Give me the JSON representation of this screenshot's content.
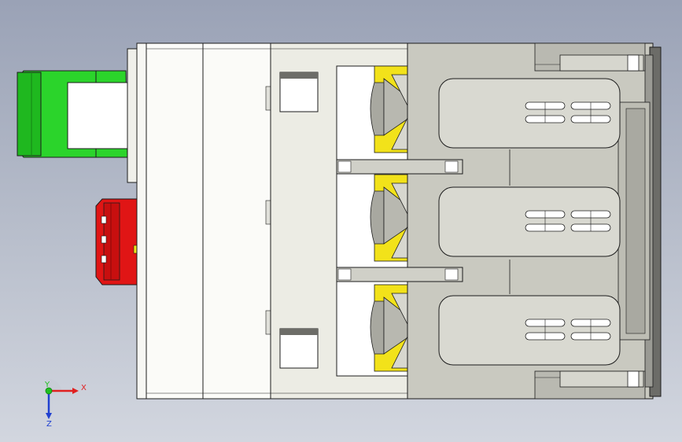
{
  "viewport": {
    "background_top": "#9aa2b6",
    "background_bottom": "#d2d6df"
  },
  "model": {
    "colors": {
      "body_white": "#f7f7f3",
      "body_gray": "#c9c9c0",
      "housing_dark": "#8c8c86",
      "green_button": "#2bd42b",
      "red_button": "#e01515",
      "yellow_contact": "#f2e21a",
      "outline": "#1c1c1c"
    },
    "poles": 3
  },
  "triad": {
    "x_label": "X",
    "y_label": "Y",
    "z_label": "Z",
    "x_color": "#e02020",
    "y_color": "#20c020",
    "z_color": "#2040d0"
  }
}
